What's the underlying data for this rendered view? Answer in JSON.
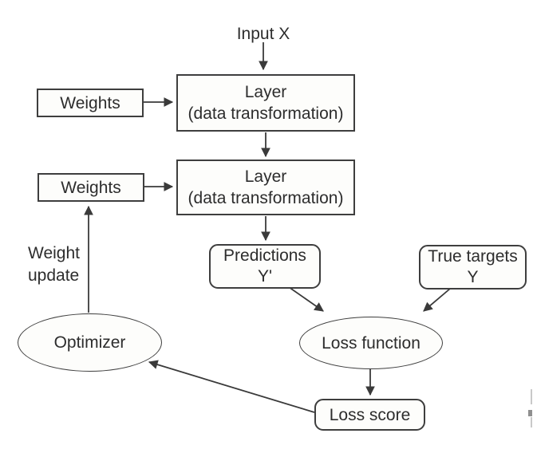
{
  "diagram": {
    "description": "Deep-learning training loop flow diagram",
    "nodes": {
      "input": {
        "label": "Input X"
      },
      "weights_top": {
        "label": "Weights"
      },
      "weights_bottom": {
        "label": "Weights"
      },
      "layer_top": {
        "line1": "Layer",
        "line2": "(data transformation)"
      },
      "layer_bottom": {
        "line1": "Layer",
        "line2": "(data transformation)"
      },
      "predictions": {
        "line1": "Predictions",
        "line2": "Y'"
      },
      "true_targets": {
        "line1": "True targets",
        "line2": "Y"
      },
      "loss_function": {
        "label": "Loss function"
      },
      "optimizer": {
        "label": "Optimizer"
      },
      "loss_score": {
        "label": "Loss score"
      },
      "weight_update": {
        "line1": "Weight",
        "line2": "update"
      }
    },
    "edges": [
      {
        "from": "input",
        "to": "layer_top"
      },
      {
        "from": "weights_top",
        "to": "layer_top"
      },
      {
        "from": "layer_top",
        "to": "layer_bottom"
      },
      {
        "from": "weights_bottom",
        "to": "layer_bottom"
      },
      {
        "from": "layer_bottom",
        "to": "predictions"
      },
      {
        "from": "predictions",
        "to": "loss_function"
      },
      {
        "from": "true_targets",
        "to": "loss_function"
      },
      {
        "from": "loss_function",
        "to": "loss_score"
      },
      {
        "from": "loss_score",
        "to": "optimizer"
      },
      {
        "from": "optimizer",
        "to": "weights_bottom",
        "label": "Weight update"
      }
    ],
    "colors": {
      "background": "#ffffff",
      "node_fill": "#fdfdfb",
      "border": "#3e3e3e",
      "line": "#3a3a3a",
      "text": "#2d2d2d"
    }
  }
}
